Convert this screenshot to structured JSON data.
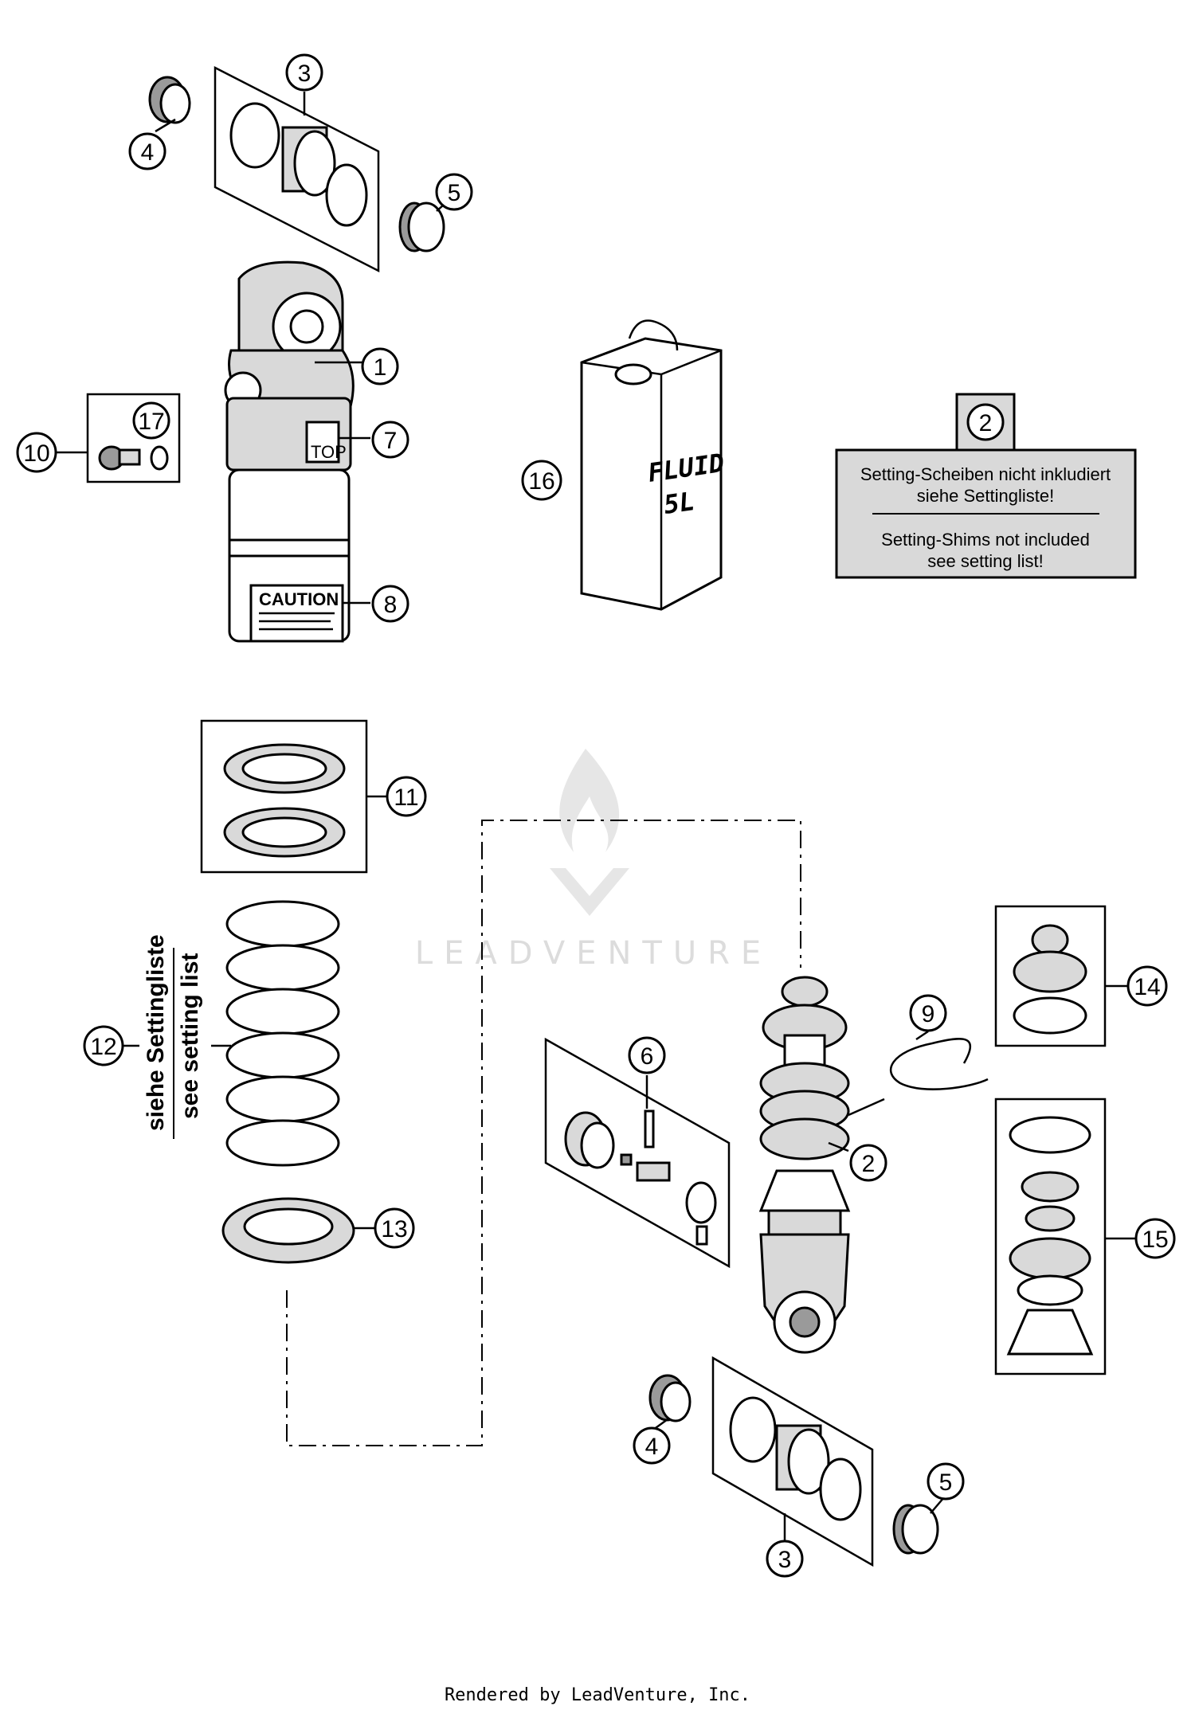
{
  "callouts": {
    "c1": "1",
    "c2a": "2",
    "c2b": "2",
    "c3a": "3",
    "c3b": "3",
    "c4a": "4",
    "c4b": "4",
    "c5a": "5",
    "c5b": "5",
    "c6": "6",
    "c7": "7",
    "c8": "8",
    "c9": "9",
    "c10": "10",
    "c11": "11",
    "c12": "12",
    "c13": "13",
    "c14": "14",
    "c15": "15",
    "c16": "16",
    "c17": "17"
  },
  "note": {
    "de_line1": "Setting-Scheiben nicht inkludiert",
    "de_line2": "siehe Settingliste!",
    "en_line1": "Setting-Shims not included",
    "en_line2": "see setting list!"
  },
  "spring_label": {
    "de": "siehe Settingliste",
    "en": "see setting list"
  },
  "can_label": {
    "line1": "FLUID",
    "line2": "5L"
  },
  "shock_label": {
    "caution": "CAUTION",
    "top": "TOP"
  },
  "watermark": "LEADVENTURE",
  "footer": "Rendered by LeadVenture, Inc.",
  "colors": {
    "note_box": "#d9d9d9",
    "line": "#000000",
    "watermark": "#dcdcdc"
  }
}
